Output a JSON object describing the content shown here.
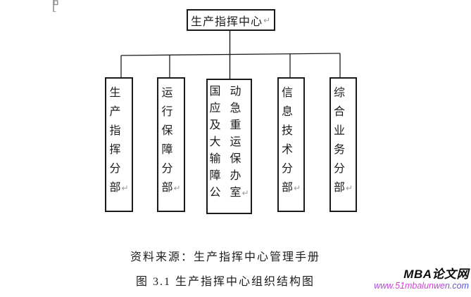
{
  "org": {
    "root": {
      "label": "生产指挥中心"
    },
    "boxes": [
      {
        "label": "生产指挥分部",
        "lines": "生\n产\n指\n挥\n分\n部"
      },
      {
        "label": "运行保障分部",
        "lines": "运\n行\n保\n障\n分\n部"
      },
      {
        "label": "国动应急及重大运输保障办公室",
        "lines": "国 动\n应 急\n及 重\n大 运\n输 保\n障 办\n公 室"
      },
      {
        "label": "信息技术分部",
        "lines": "信\n息\n技\n术\n分\n部"
      },
      {
        "label": "综合业务分部",
        "lines": "综\n合\n业\n务\n分\n部"
      }
    ]
  },
  "marks": {
    "paragraph_return": "↵"
  },
  "caption": {
    "source": "资料来源：生产指挥中心管理手册",
    "figure": "图 3.1 生产指挥中心组织结构图"
  },
  "watermark": {
    "site_name": "MBA论文网",
    "site_url": "www.51mbalunwen.com",
    "url_color_start": "#9b4fd8",
    "url_color_mid": "#d63fd6",
    "url_color_end": "#3a55d8"
  },
  "colors": {
    "connector_line": "#1b1b1b",
    "text": "#1c1c1c",
    "return_mark": "#9a9a9a"
  }
}
